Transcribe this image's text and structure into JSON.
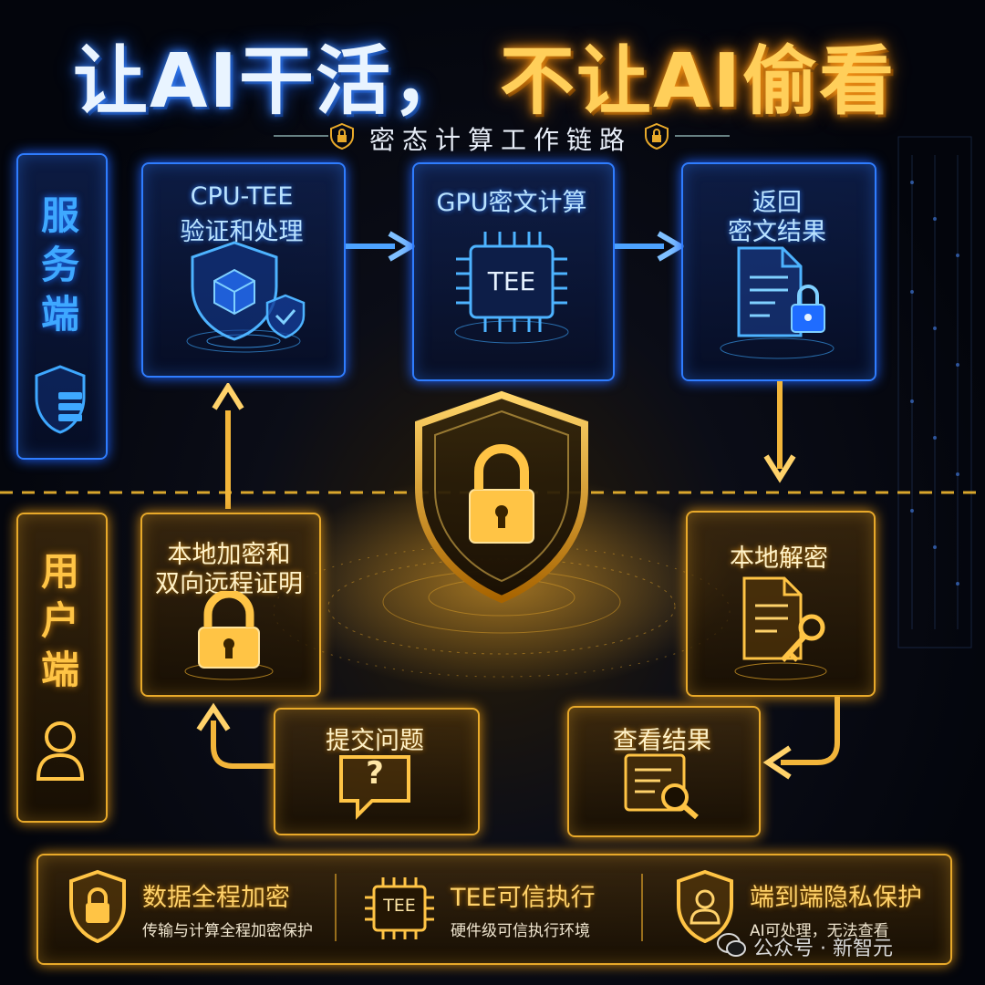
{
  "title": {
    "part1": "让AI干活，",
    "part2": "不让AI偷看"
  },
  "subtitle": "密态计算工作链路",
  "server": {
    "label": "服务端",
    "steps": [
      {
        "label_line1": "CPU-TEE",
        "label_line2": "验证和处理"
      },
      {
        "label_line1": "GPU密文计算",
        "chip_text": "TEE"
      },
      {
        "label_line1": "返回",
        "label_line2": "密文结果"
      }
    ]
  },
  "user": {
    "label": "用户端",
    "steps": {
      "encrypt": {
        "label_line1": "本地加密和",
        "label_line2": "双向远程证明"
      },
      "decrypt": {
        "label_line1": "本地解密"
      },
      "submit": {
        "label_line1": "提交问题",
        "icon_text": "?"
      },
      "view": {
        "label_line1": "查看结果"
      }
    }
  },
  "features": [
    {
      "title": "数据全程加密",
      "desc": "传输与计算全程加密保护",
      "icon": "shield-lock-icon"
    },
    {
      "title": "TEE可信执行",
      "desc": "硬件级可信执行环境",
      "icon": "tee-chip-icon",
      "icon_text": "TEE"
    },
    {
      "title": "端到端隐私保护",
      "desc": "AI可处理，无法查看",
      "icon": "shield-user-icon"
    }
  ],
  "watermark": "公众号 · 新智元",
  "colors": {
    "blue": "#2f7dff",
    "gold": "#e8a92a",
    "background": "#04070f"
  }
}
